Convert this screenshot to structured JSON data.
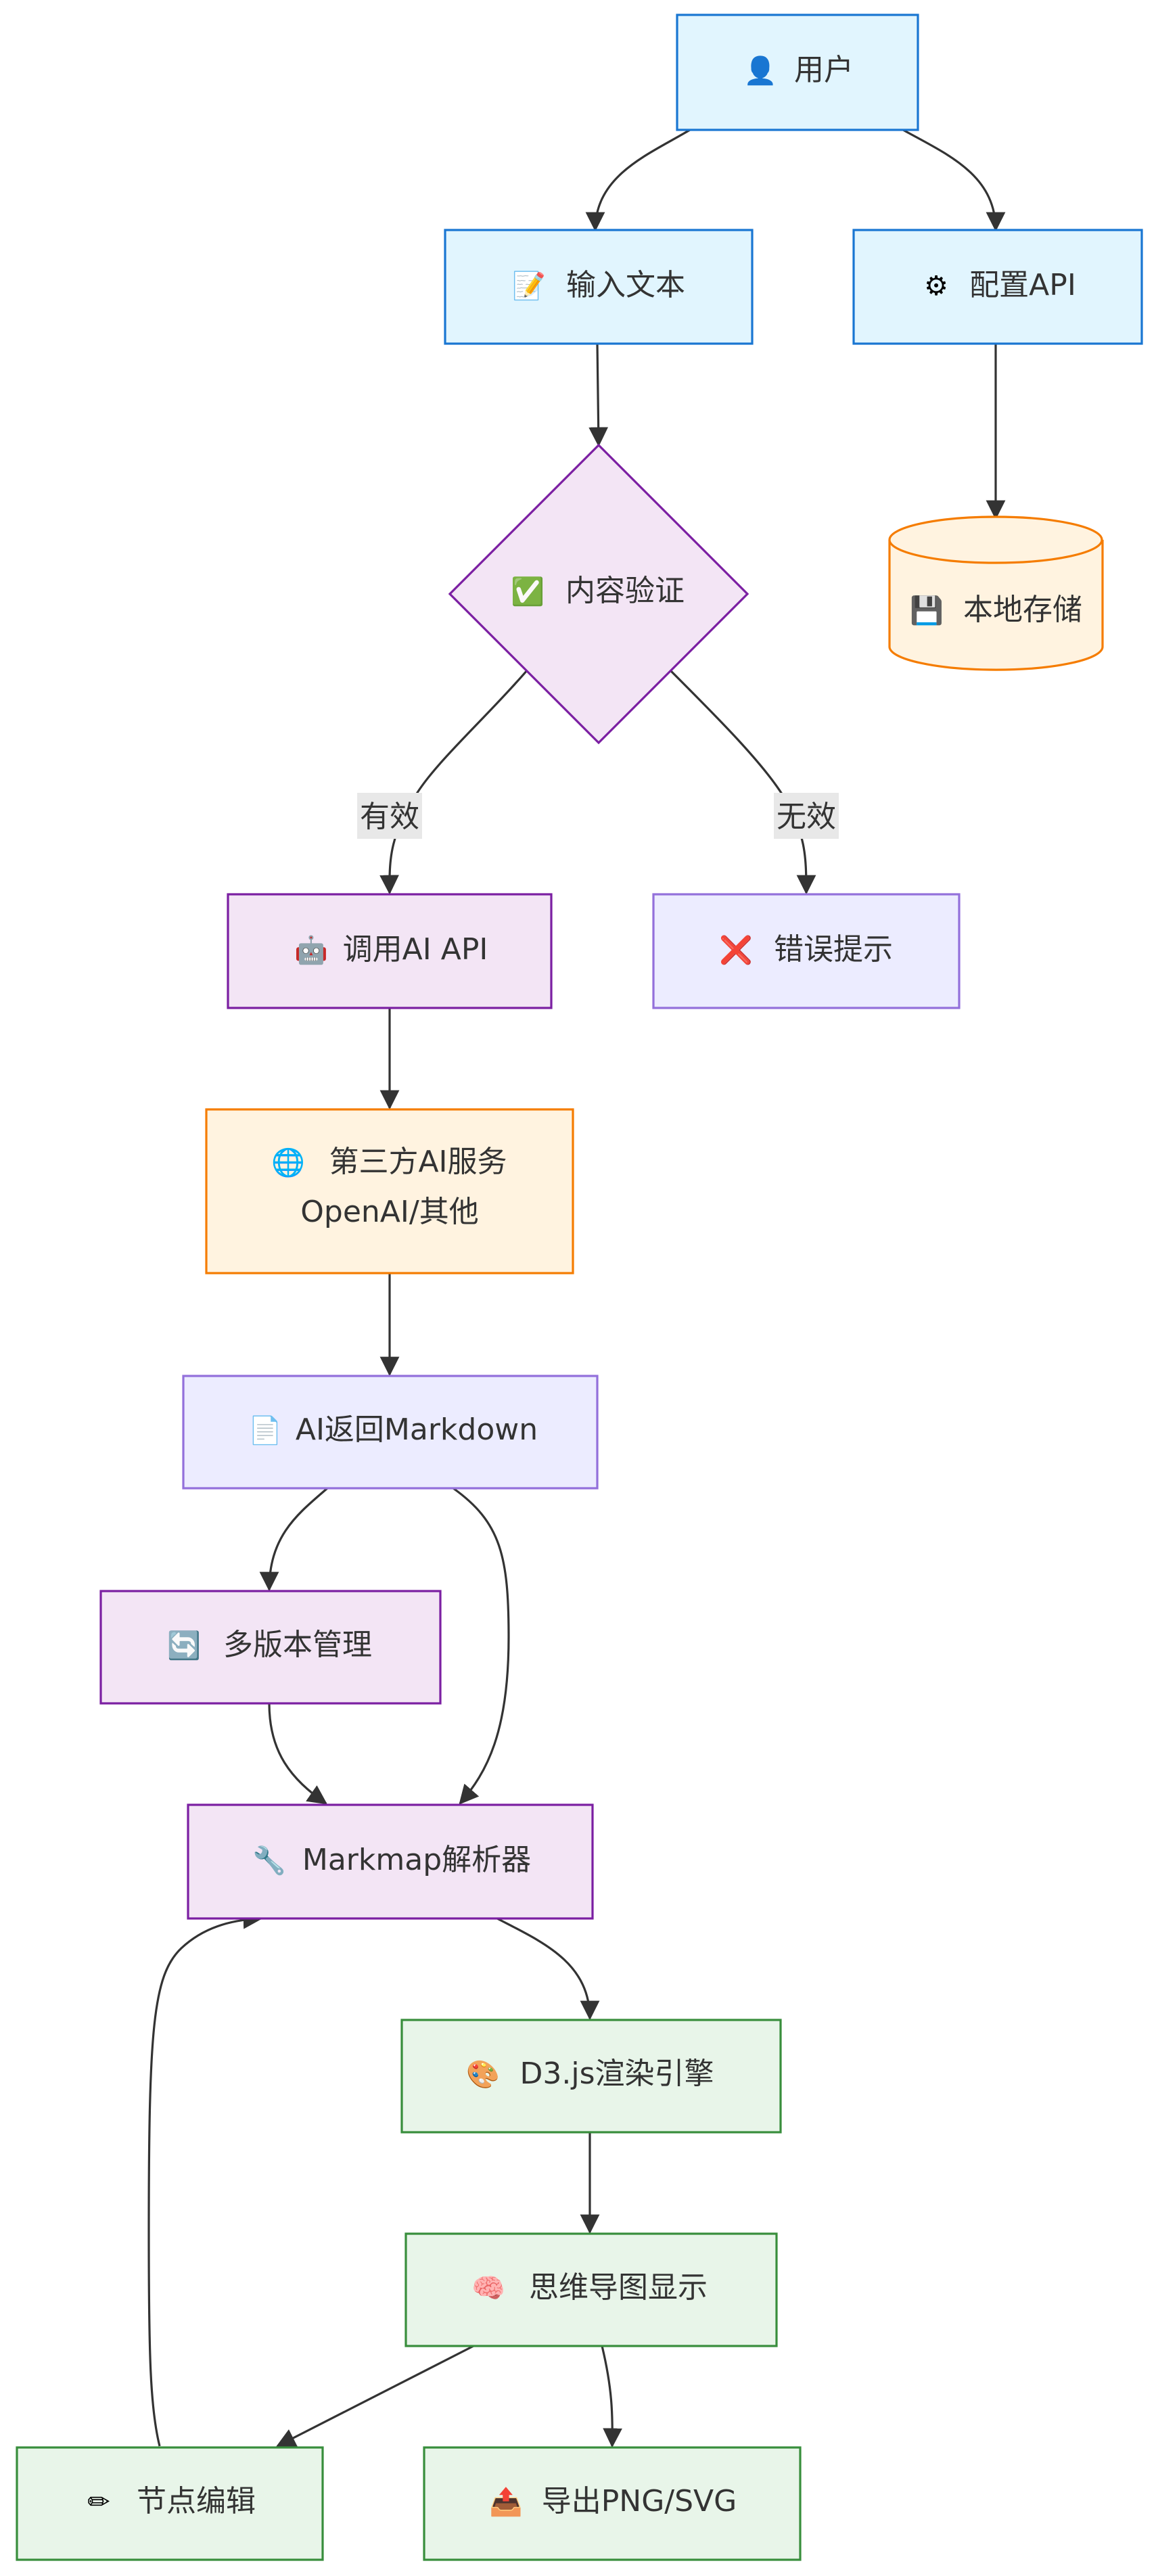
{
  "diagram": {
    "nodes": {
      "user": {
        "icon": "user-icon",
        "glyph": "👤",
        "label": "用户"
      },
      "input": {
        "icon": "memo-icon",
        "glyph": "📝",
        "label": "输入文本"
      },
      "config": {
        "icon": "gear-icon",
        "glyph": "⚙",
        "label": "配置API"
      },
      "validate": {
        "icon": "check-icon",
        "glyph": "✅",
        "label": "内容验证"
      },
      "storage": {
        "icon": "floppy-icon",
        "glyph": "💾",
        "label": "本地存储"
      },
      "call_ai": {
        "icon": "robot-icon",
        "glyph": "🤖",
        "label": "调用AI API"
      },
      "error": {
        "icon": "cross-icon",
        "glyph": "❌",
        "label": "错误提示"
      },
      "third": {
        "icon": "globe-icon",
        "glyph": "🌐",
        "label": "第三方AI服务",
        "label2": "OpenAI/其他"
      },
      "markdown": {
        "icon": "document-icon",
        "glyph": "📄",
        "label": "AI返回Markdown"
      },
      "versions": {
        "icon": "refresh-icon",
        "glyph": "🔄",
        "label": "多版本管理"
      },
      "parser": {
        "icon": "wrench-icon",
        "glyph": "🔧",
        "label": "Markmap解析器"
      },
      "d3": {
        "icon": "palette-icon",
        "glyph": "🎨",
        "label": "D3.js渲染引擎"
      },
      "mindmap": {
        "icon": "brain-icon",
        "glyph": "🧠",
        "label": "思维导图显示"
      },
      "edit": {
        "icon": "pencil-icon",
        "glyph": "✏",
        "label": "节点编辑"
      },
      "export": {
        "icon": "outbox-icon",
        "glyph": "📤",
        "label": "导出PNG/SVG"
      }
    },
    "edge_labels": {
      "valid": "有效",
      "invalid": "无效"
    },
    "colors": {
      "blue_fill": "#e1f5fe",
      "blue_stroke": "#1976d2",
      "purple_fill": "#f3e5f5",
      "purple_stroke": "#7b1fa2",
      "orange_fill": "#fff3e0",
      "orange_stroke": "#f57c00",
      "lavender_fill": "#ececff",
      "lavender_stroke": "#9370db",
      "green_fill": "#e8f5e9",
      "green_stroke": "#388e3c",
      "edge": "#333333"
    }
  }
}
